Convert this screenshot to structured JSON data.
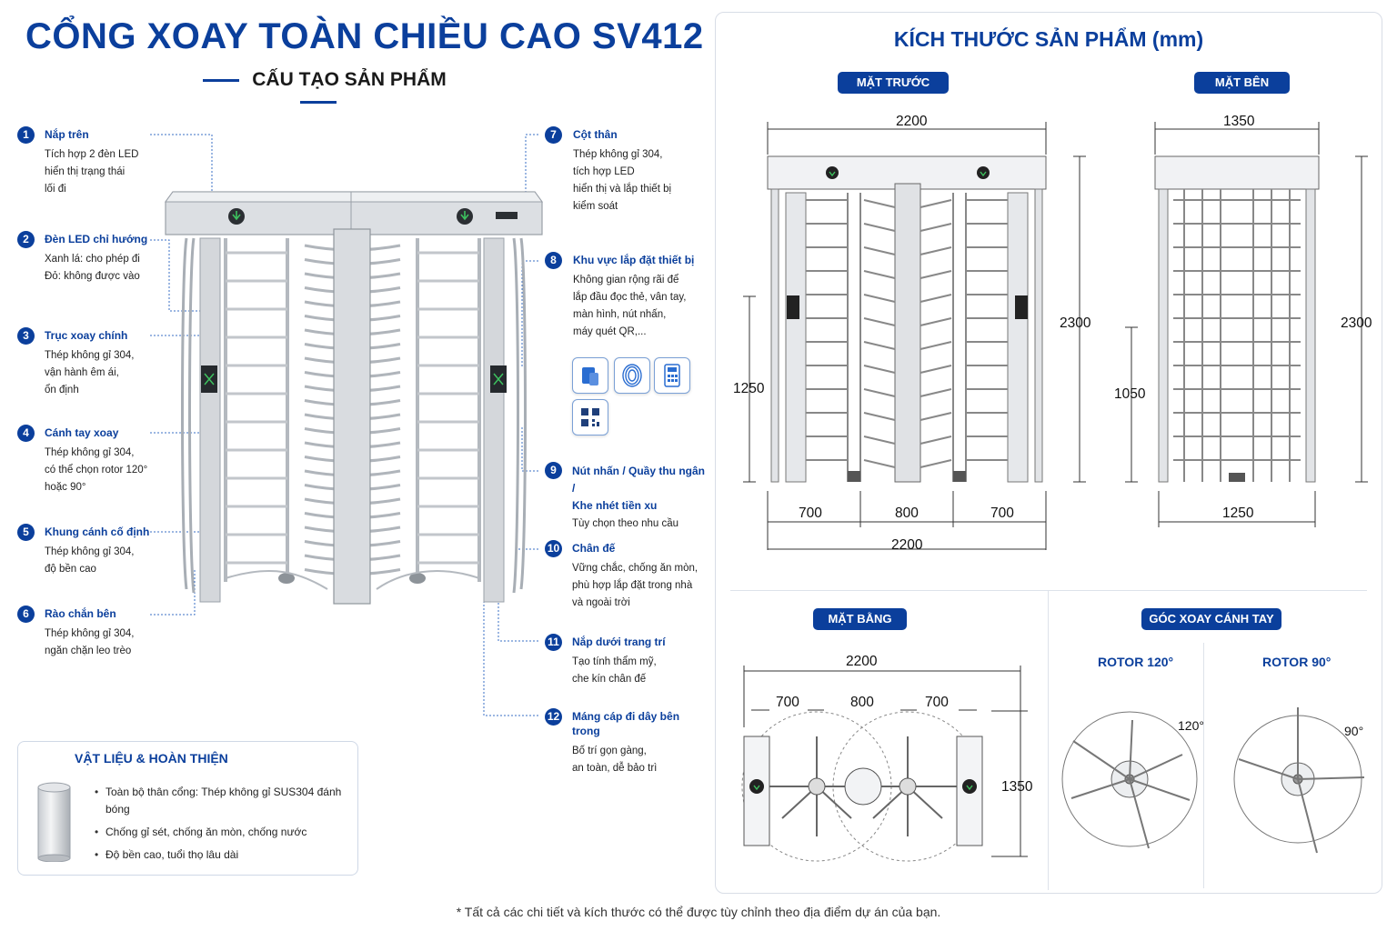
{
  "header": {
    "title": "CỔNG XOAY TOÀN CHIỀU CAO SV412",
    "subtitle": "CẤU TẠO SẢN PHẨM"
  },
  "callouts": [
    {
      "num": "1",
      "title": "Nắp trên",
      "desc": "Tích hợp 2 đèn LED\nhiển thị trạng thái\nlối đi"
    },
    {
      "num": "2",
      "title": "Đèn LED chỉ hướng",
      "desc": "Xanh lá: cho phép đi\nĐỏ: không được vào"
    },
    {
      "num": "3",
      "title": "Trục xoay chính",
      "desc": "Thép không gỉ 304,\nvận hành êm ái,\nổn định"
    },
    {
      "num": "4",
      "title": "Cánh tay xoay",
      "desc": "Thép không gỉ 304,\ncó thể chọn rotor 120°\nhoặc 90°"
    },
    {
      "num": "5",
      "title": "Khung cánh cố định",
      "desc": "Thép không gỉ 304,\nđộ bền cao"
    },
    {
      "num": "6",
      "title": "Rào chắn bên",
      "desc": "Thép không gỉ 304,\nngăn chặn leo trèo"
    },
    {
      "num": "7",
      "title": "Cột thân",
      "desc": "Thép không gỉ 304,\ntích hợp LED\nhiển thị và lắp thiết bị\nkiểm soát"
    },
    {
      "num": "8",
      "title": "Khu vực lắp đặt thiết bị",
      "desc": "Không gian rộng rãi để\nlắp đầu đọc thẻ, vân tay,\nmàn hình, nút nhấn,\nmáy quét QR,..."
    },
    {
      "num": "9",
      "title": "Nút nhấn / Quầy thu ngân /\nKhe nhét tiền xu",
      "desc": "Tùy chọn theo nhu cầu"
    },
    {
      "num": "10",
      "title": "Chân đế",
      "desc": "Vững chắc, chống ăn mòn,\nphù hợp lắp đặt trong nhà\nvà ngoài trời"
    },
    {
      "num": "11",
      "title": "Nắp dưới trang trí",
      "desc": "Tạo tính thẩm mỹ,\nche kín chân đế"
    },
    {
      "num": "12",
      "title": "Máng cáp đi dây bên trong",
      "desc": "Bố trí gọn gàng,\nan toàn, dễ bảo trì"
    }
  ],
  "device_icons": [
    "card-reader-icon",
    "fingerprint-icon",
    "keypad-icon",
    "qr-code-icon"
  ],
  "materials": {
    "title": "VẬT LIỆU & HOÀN THIỆN",
    "items": [
      "Toàn bộ thân cổng: Thép không gỉ SUS304 đánh bóng",
      "Chống gỉ sét, chống ăn mòn, chống nước",
      "Độ bền cao, tuổi thọ lâu dài"
    ]
  },
  "dimensions": {
    "title": "KÍCH THƯỚC SẢN PHẨM (mm)",
    "front": {
      "label": "MẶT TRƯỚC",
      "width_top": "2200",
      "height": "2300",
      "device_height": "1250",
      "seg_left": "700",
      "seg_mid": "800",
      "seg_right": "700",
      "width_bottom": "2200"
    },
    "side": {
      "label": "MẶT BÊN",
      "width_top": "1350",
      "height": "2300",
      "device_height": "1050",
      "width_bottom": "1250"
    },
    "plan": {
      "label": "MẶT BẰNG",
      "width": "2200",
      "seg_left": "700",
      "seg_mid": "800",
      "seg_right": "700",
      "depth": "1350"
    },
    "rotation": {
      "label": "GÓC XOAY CÁNH TAY",
      "rotor120": "ROTOR 120°",
      "rotor90": "ROTOR 90°",
      "angle120": "120°",
      "angle90": "90°"
    }
  },
  "footnote": "* Tất cả các chi tiết và kích thước có thể được tùy chỉnh theo địa điểm dự án của bạn.",
  "colors": {
    "accent": "#0b3f9c",
    "led_green": "#2fa84f",
    "steel": "#c9ccd1"
  }
}
